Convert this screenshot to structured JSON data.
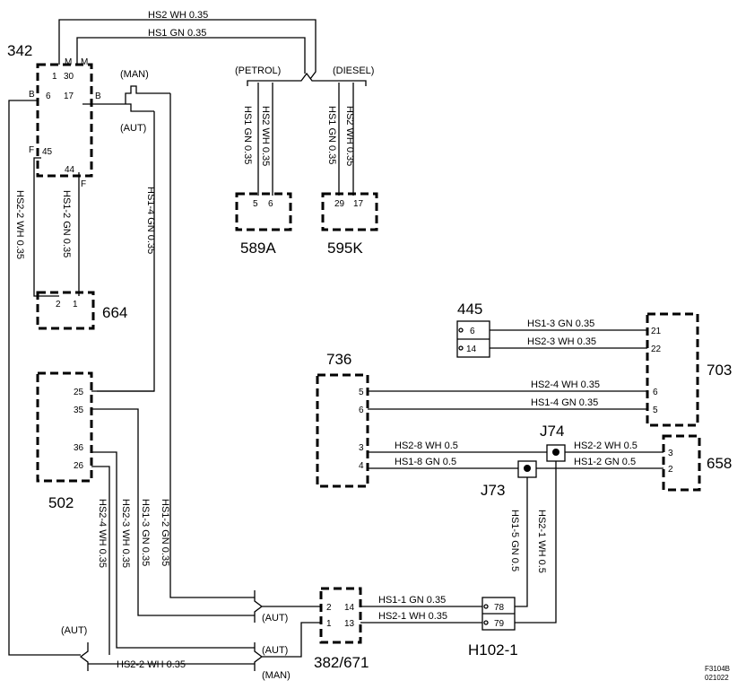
{
  "components": {
    "c342": "342",
    "c664": "664",
    "c502": "502",
    "c589a": "589A",
    "c595k": "595K",
    "c445": "445",
    "c703": "703",
    "c736": "736",
    "c658": "658",
    "c382": "382/671",
    "ch102": "H102-1",
    "cj73": "J73",
    "cj74": "J74"
  },
  "pins": {
    "p342_1": "1",
    "p342_30": "30",
    "p342_6": "6",
    "p342_17": "17",
    "p342_45": "45",
    "p342_44": "44",
    "p342_mA": "M",
    "p342_mB": "M",
    "p342_bA": "B",
    "p342_bB": "B",
    "p342_fA": "F",
    "p342_fB": "F",
    "p664_2": "2",
    "p664_1": "1",
    "p589_5": "5",
    "p589_6": "6",
    "p595_29": "29",
    "p595_17": "17",
    "p502_25": "25",
    "p502_35": "35",
    "p502_36": "36",
    "p502_26": "26",
    "p445_6": "6",
    "p445_14": "14",
    "p703_21": "21",
    "p703_22": "22",
    "p703_6": "6",
    "p703_5": "5",
    "p736_5": "5",
    "p736_6": "6",
    "p736_3": "3",
    "p736_4": "4",
    "p658_3": "3",
    "p658_2": "2",
    "p382_2": "2",
    "p382_14": "14",
    "p382_1": "1",
    "p382_13": "13",
    "ph_78": "78",
    "ph_79": "79"
  },
  "wires": {
    "hs2_top": "HS2   WH  0.35",
    "hs1_top": "HS1   GN  0.35",
    "hs2_2_left": "HS2-2  WH 0.35",
    "hs1_2_left": "HS1-2  GN 0.35",
    "hs1_4_mid": "HS1-4  GN  0.35",
    "hs1_589": "HS1  GN  0.35",
    "hs2_589": "HS2  WH  0.35",
    "hs1_595": "HS1  GN  0.35",
    "hs2_595": "HS2  WH  0.35",
    "hs1_3": "HS1-3  GN  0.35",
    "hs2_3": "HS2-3  WH  0.35",
    "hs2_4": "HS2-4  WH  0.35",
    "hs1_4": "HS1-4  GN  0.35",
    "hs2_8": "HS2-8  WH  0.5",
    "hs1_8": "HS1-8  GN  0.5",
    "hs2_2_658": "HS2-2  WH 0.5",
    "hs1_2_658": "HS1-2  GN  0.5",
    "hs1_5": "HS1-5  GN  0.5",
    "hs2_1_v": "HS2-1  WH  0.5",
    "hs2_4_bot": "HS2-4  WH  0.35",
    "hs2_3_bot": "HS2-3  WH  0.35",
    "hs1_3_bot": "HS1-3  GN  0.35",
    "hs1_2_bot": "HS1-2  GN  0.35",
    "hs1_1": "HS1-1  GN  0.35",
    "hs2_1": "HS2-1  WH  0.35",
    "hs2_2_bot": "HS2-2   WH  0.35"
  },
  "variants": {
    "man1": "(MAN)",
    "aut1": "(AUT)",
    "petrol": "(PETROL)",
    "diesel": "(DIESEL)",
    "aut2": "(AUT)",
    "aut3": "(AUT)",
    "aut4": "(AUT)",
    "man2": "(MAN)"
  },
  "footer": {
    "code1": "F3104B",
    "code2": "021022"
  }
}
